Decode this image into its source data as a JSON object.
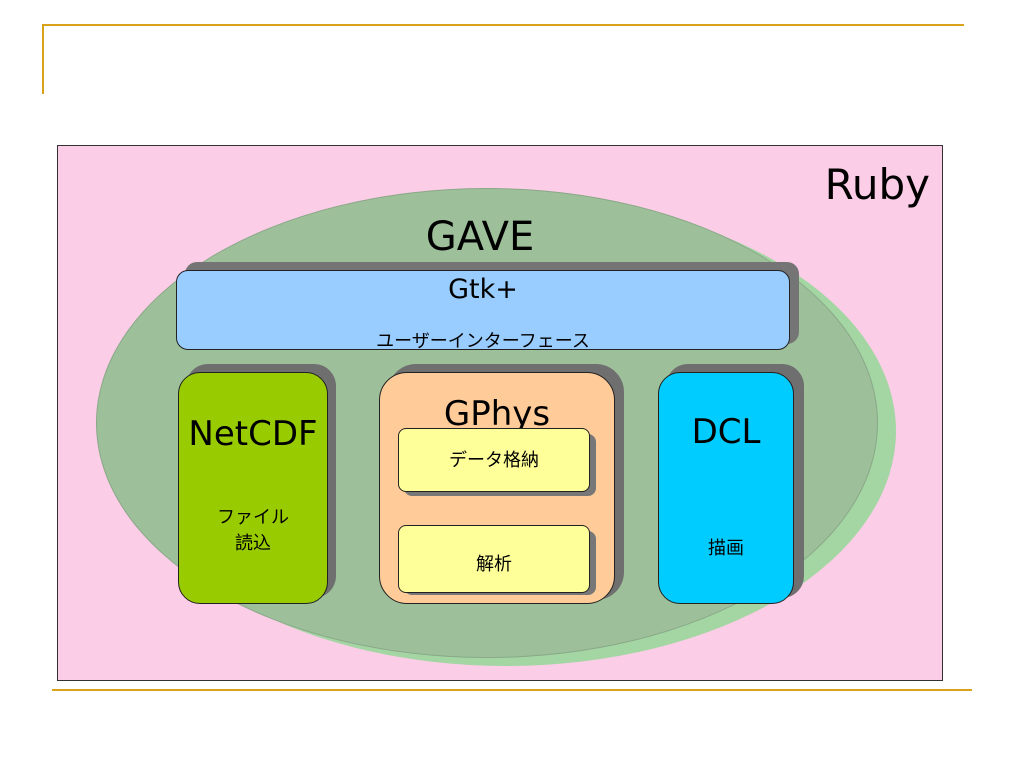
{
  "ruby": {
    "label": "Ruby"
  },
  "gave": {
    "label": "GAVE"
  },
  "gtk": {
    "title": "Gtk+",
    "subtitle": "ユーザーインターフェース"
  },
  "netcdf": {
    "title": "NetCDF",
    "desc_line1": "ファイル",
    "desc_line2": "読込"
  },
  "gphys": {
    "title": "GPhys",
    "data_storage": "データ格納",
    "analysis": "解析"
  },
  "dcl": {
    "title": "DCL",
    "desc": "描画"
  },
  "colors": {
    "ruby_bg": "#fccde7",
    "gave_ellipse": "#9dbf9a",
    "gtk_bar": "#99ccff",
    "netcdf_box": "#99cc00",
    "gphys_box": "#ffcc99",
    "inner_box": "#ffff99",
    "dcl_box": "#00ccff",
    "slide_rule": "#d9a21b"
  }
}
